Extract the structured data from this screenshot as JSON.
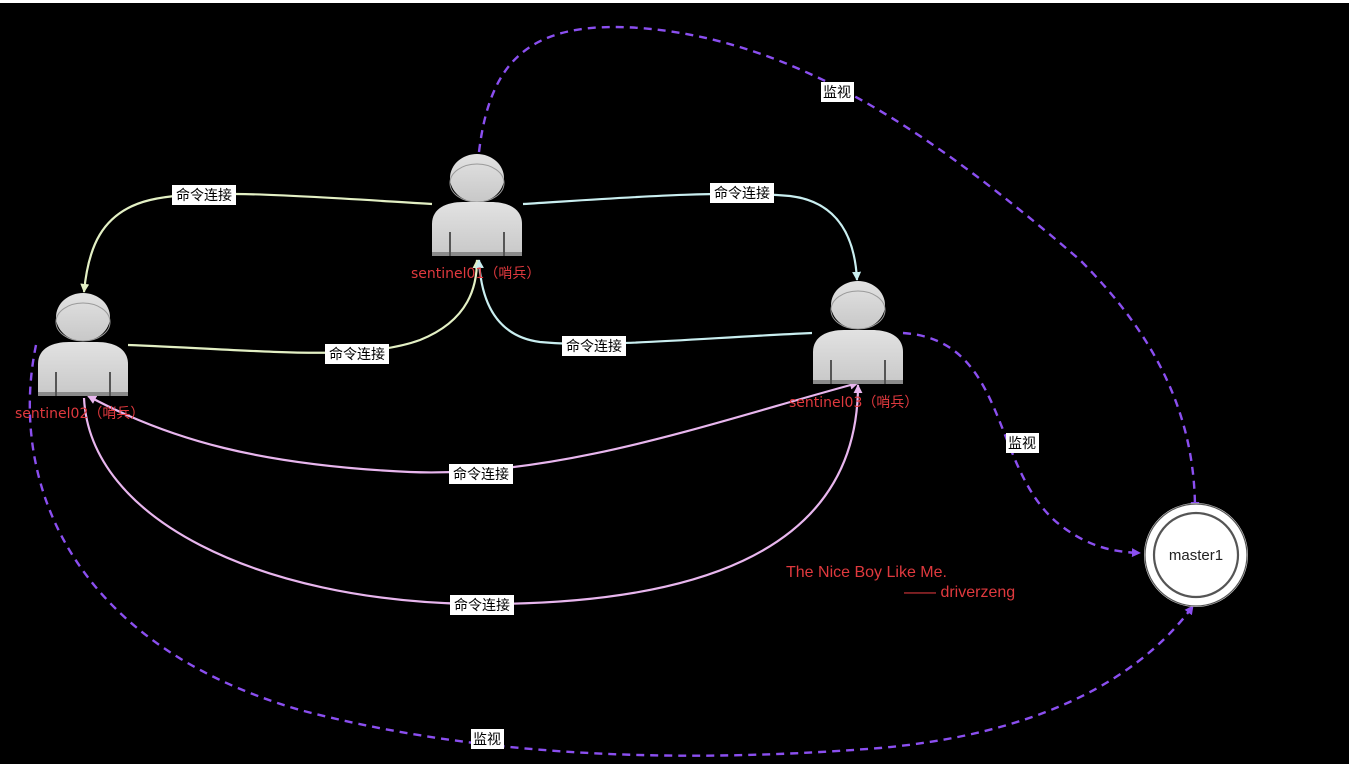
{
  "nodes": {
    "sentinel01": {
      "label": "sentinel01（哨兵）"
    },
    "sentinel02": {
      "label": "sentinel02（哨兵）"
    },
    "sentinel03": {
      "label": "sentinel03（哨兵）"
    },
    "master": {
      "label": "master1"
    }
  },
  "edges": {
    "s1_s2": "命令连接",
    "s1_s3": "命令连接",
    "s2_s1": "命令连接",
    "s3_s1": "命令连接",
    "s3_s2": "命令连接",
    "s2_s3": "命令连接",
    "s1_master": "监视",
    "s3_master": "监视",
    "s2_master": "监视"
  },
  "quote": {
    "line1": "The Nice Boy Like Me.",
    "line2": "—— driverzeng"
  },
  "colors": {
    "background": "#000000",
    "monitor_edge": "#8b4ff0",
    "edge_s1_s2": "#e3f0c4",
    "edge_s1_s3": "#c9eef0",
    "edge_s2_s3": "#e8b6ee",
    "node_fill": "#d4d4d4",
    "node_text": "#e0393e"
  }
}
